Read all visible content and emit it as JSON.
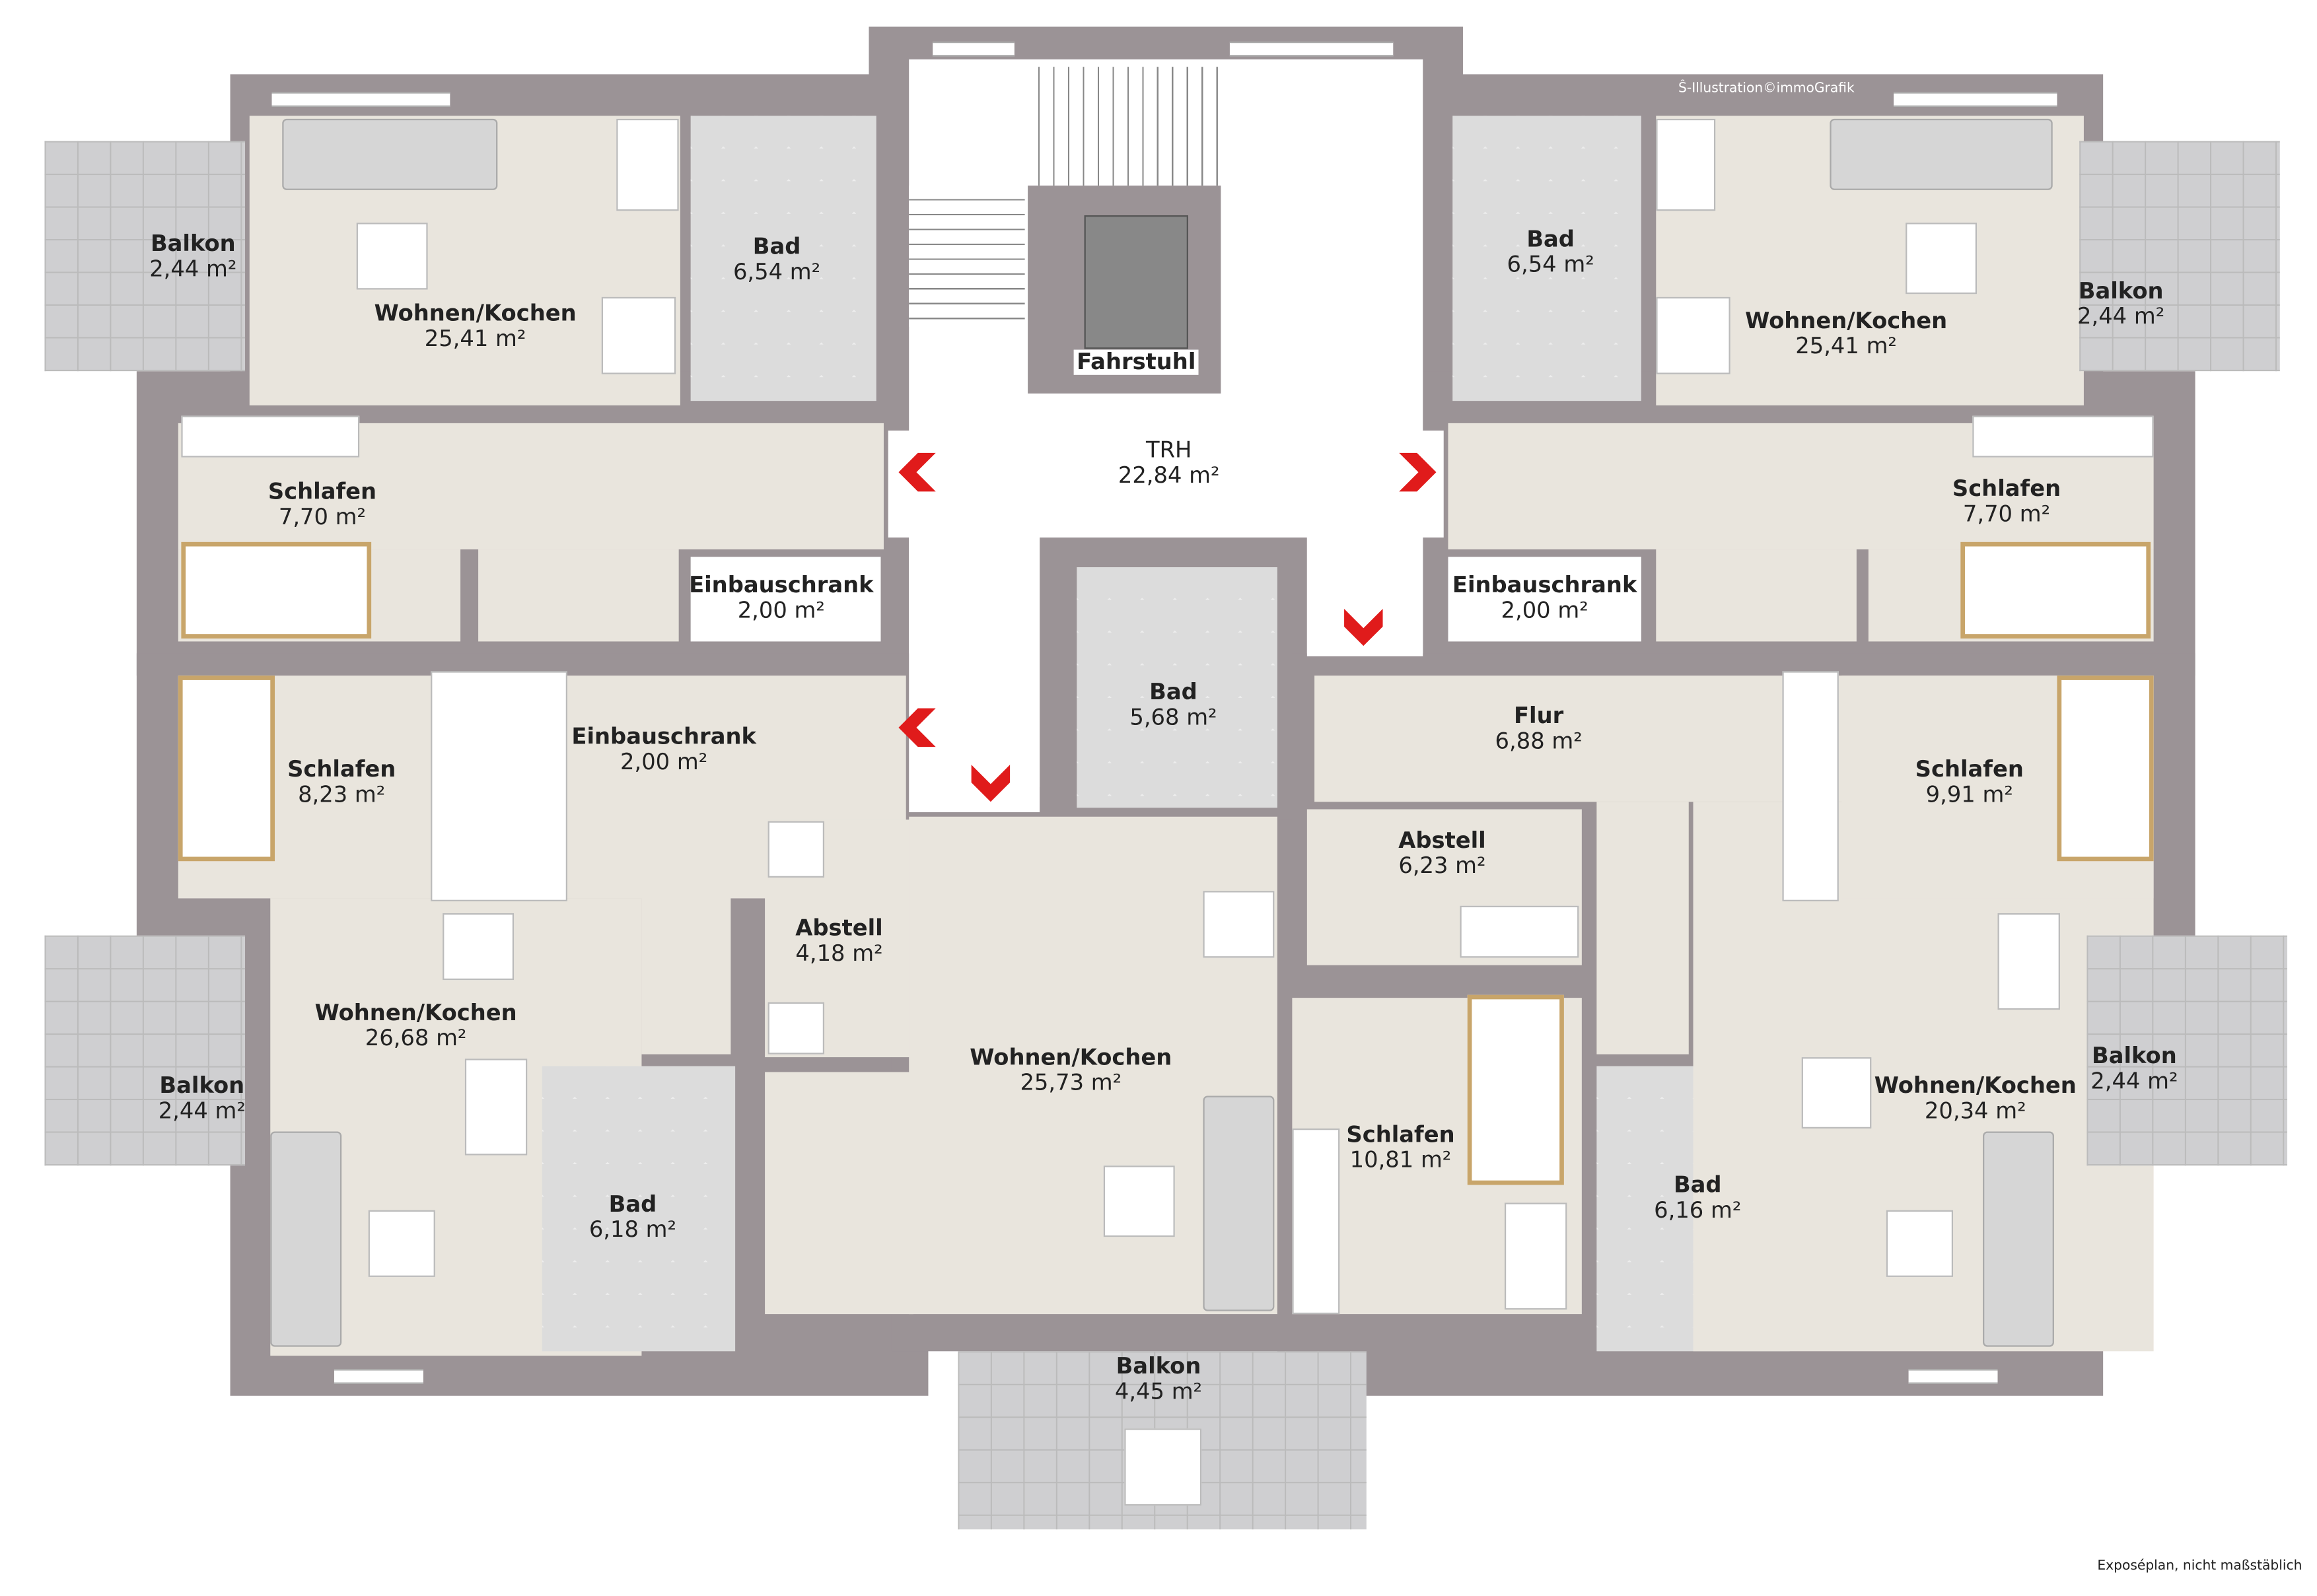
{
  "watermark": "-Illustration©immoGrafik",
  "footer_note": "Exposéplan, nicht maßstäblich",
  "colors": {
    "wall": "#9b9396",
    "floor": "#e9e5dd",
    "arrow": "#e01b1b"
  },
  "rooms": {
    "balkon_tl": {
      "name": "Balkon",
      "area": "2,44 m²"
    },
    "wohnen_tl": {
      "name": "Wohnen/Kochen",
      "area": "25,41 m²"
    },
    "bad_tl": {
      "name": "Bad",
      "area": "6,54 m²"
    },
    "fahrstuhl": {
      "name": "Fahrstuhl"
    },
    "trh": {
      "name": "TRH",
      "area": "22,84 m²"
    },
    "bad_tr": {
      "name": "Bad",
      "area": "6,54 m²"
    },
    "wohnen_tr": {
      "name": "Wohnen/Kochen",
      "area": "25,41 m²"
    },
    "balkon_tr": {
      "name": "Balkon",
      "area": "2,44 m²"
    },
    "schlafen_tl": {
      "name": "Schlafen",
      "area": "7,70 m²"
    },
    "einbau_tl": {
      "name": "Einbauschrank",
      "area": "2,00 m²"
    },
    "einbau_tr": {
      "name": "Einbauschrank",
      "area": "2,00 m²"
    },
    "schlafen_tr": {
      "name": "Schlafen",
      "area": "7,70 m²"
    },
    "schlafen_bl": {
      "name": "Schlafen",
      "area": "8,23 m²"
    },
    "einbau_bl": {
      "name": "Einbauschrank",
      "area": "2,00 m²"
    },
    "bad_c": {
      "name": "Bad",
      "area": "5,68 m²"
    },
    "flur": {
      "name": "Flur",
      "area": "6,88 m²"
    },
    "schlafen_br": {
      "name": "Schlafen",
      "area": "9,91 m²"
    },
    "abstell_r": {
      "name": "Abstell",
      "area": "6,23 m²"
    },
    "abstell_l": {
      "name": "Abstell",
      "area": "4,18 m²"
    },
    "wohnen_bl": {
      "name": "Wohnen/Kochen",
      "area": "26,68 m²"
    },
    "balkon_bl": {
      "name": "Balkon",
      "area": "2,44 m²"
    },
    "wohnen_c": {
      "name": "Wohnen/Kochen",
      "area": "25,73 m²"
    },
    "schlafen_c": {
      "name": "Schlafen",
      "area": "10,81 m²"
    },
    "bad_bl": {
      "name": "Bad",
      "area": "6,18 m²"
    },
    "bad_br": {
      "name": "Bad",
      "area": "6,16 m²"
    },
    "wohnen_br": {
      "name": "Wohnen/Kochen",
      "area": "20,34 m²"
    },
    "balkon_br": {
      "name": "Balkon",
      "area": "2,44 m²"
    },
    "balkon_b": {
      "name": "Balkon",
      "area": "4,45 m²"
    }
  }
}
